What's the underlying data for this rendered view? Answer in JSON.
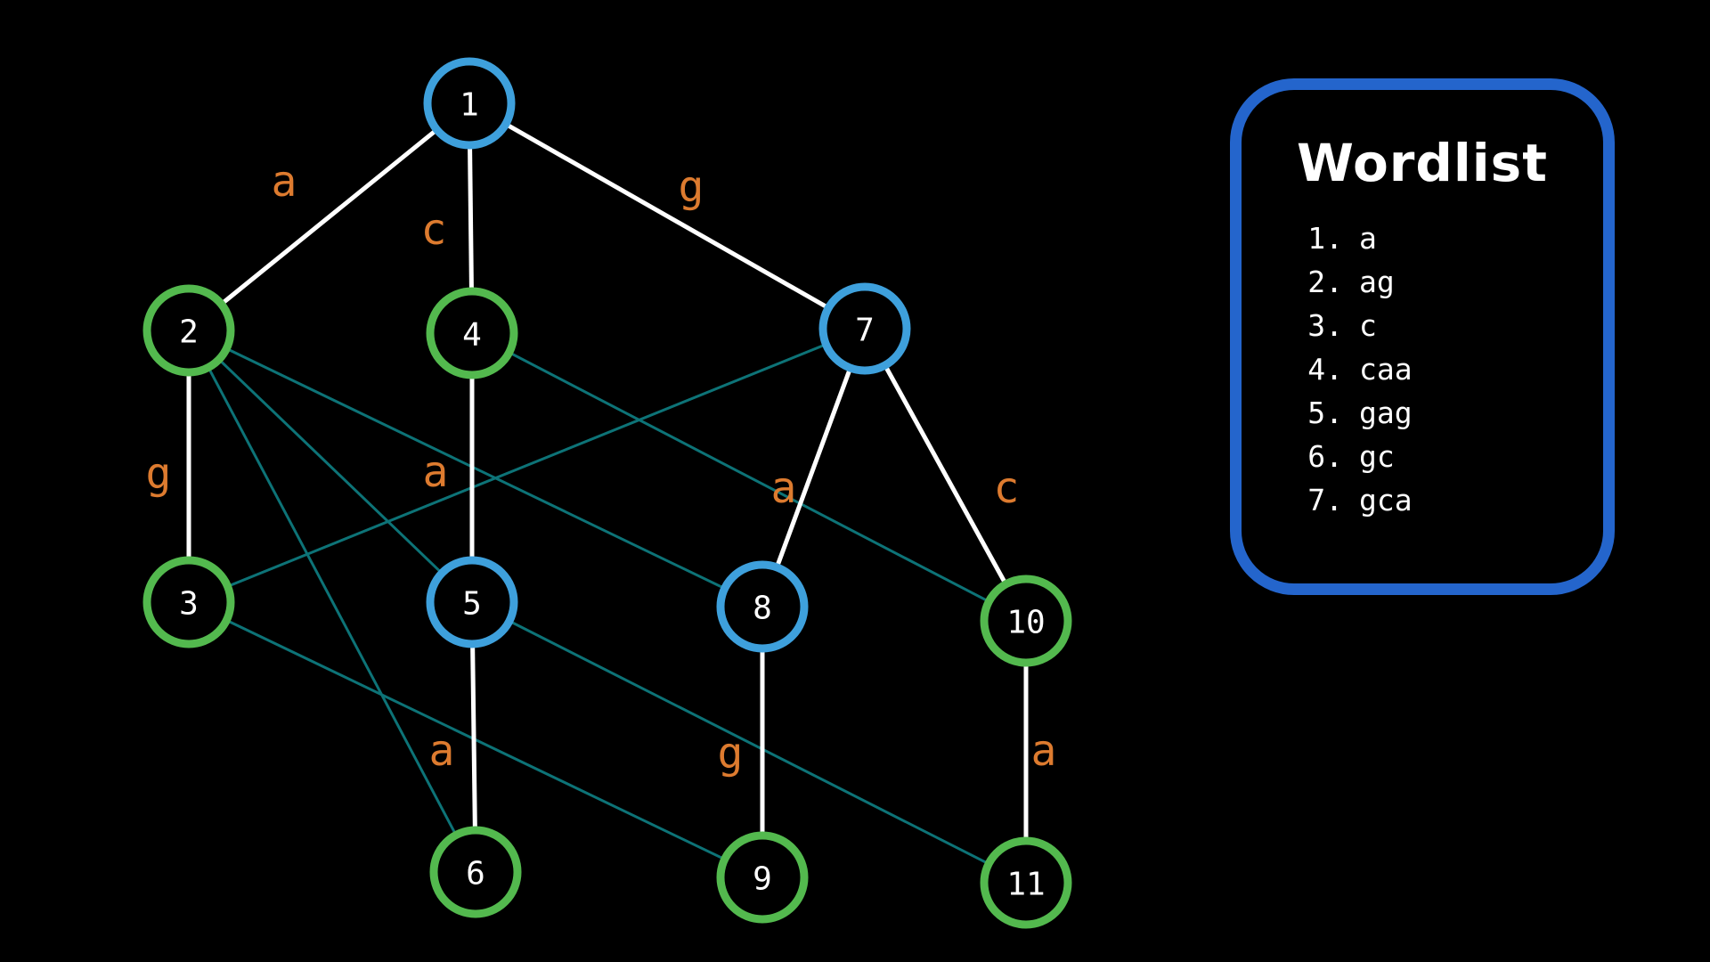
{
  "colors": {
    "background": "#000000",
    "node_blue": "#3ea0dc",
    "node_green": "#53b94e",
    "tree_edge": "#ffffff",
    "suffix_link": "#0d7377",
    "edge_label": "#dd7b2f",
    "wordlist_border": "#2465cc",
    "text": "#ffffff"
  },
  "graph": {
    "nodes": [
      {
        "id": "1",
        "label": "1",
        "type": "blue"
      },
      {
        "id": "2",
        "label": "2",
        "type": "green"
      },
      {
        "id": "3",
        "label": "3",
        "type": "green"
      },
      {
        "id": "4",
        "label": "4",
        "type": "green"
      },
      {
        "id": "5",
        "label": "5",
        "type": "blue"
      },
      {
        "id": "6",
        "label": "6",
        "type": "green"
      },
      {
        "id": "7",
        "label": "7",
        "type": "blue"
      },
      {
        "id": "8",
        "label": "8",
        "type": "blue"
      },
      {
        "id": "9",
        "label": "9",
        "type": "green"
      },
      {
        "id": "10",
        "label": "10",
        "type": "green"
      },
      {
        "id": "11",
        "label": "11",
        "type": "green"
      }
    ],
    "edges": [
      {
        "from": "1",
        "to": "2",
        "label": "a"
      },
      {
        "from": "1",
        "to": "4",
        "label": "c"
      },
      {
        "from": "1",
        "to": "7",
        "label": "g"
      },
      {
        "from": "2",
        "to": "3",
        "label": "g"
      },
      {
        "from": "4",
        "to": "5",
        "label": "a"
      },
      {
        "from": "7",
        "to": "8",
        "label": "a"
      },
      {
        "from": "7",
        "to": "10",
        "label": "c"
      },
      {
        "from": "5",
        "to": "6",
        "label": "a"
      },
      {
        "from": "8",
        "to": "9",
        "label": "g"
      },
      {
        "from": "10",
        "to": "11",
        "label": "a"
      }
    ],
    "suffix_links": [
      {
        "from": "3",
        "to": "7"
      },
      {
        "from": "5",
        "to": "2"
      },
      {
        "from": "6",
        "to": "2"
      },
      {
        "from": "8",
        "to": "2"
      },
      {
        "from": "9",
        "to": "3"
      },
      {
        "from": "10",
        "to": "4"
      },
      {
        "from": "11",
        "to": "5"
      }
    ]
  },
  "wordlist": {
    "title": "Wordlist",
    "items": [
      {
        "num": "1.",
        "word": "a"
      },
      {
        "num": "2.",
        "word": "ag"
      },
      {
        "num": "3.",
        "word": "c"
      },
      {
        "num": "4.",
        "word": "caa"
      },
      {
        "num": "5.",
        "word": "gag"
      },
      {
        "num": "6.",
        "word": "gc"
      },
      {
        "num": "7.",
        "word": "gca"
      }
    ]
  }
}
